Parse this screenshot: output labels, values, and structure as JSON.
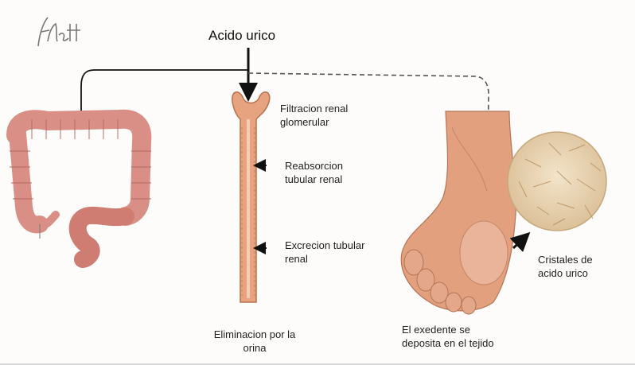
{
  "diagram": {
    "title": "Acido urico",
    "signature": "F.Netter",
    "labels": {
      "filtracion_line1": "Filtracion renal",
      "filtracion_line2": "glomerular",
      "reabsorcion_line1": "Reabsorcion",
      "reabsorcion_line2": "tubular renal",
      "excrecion_line1": "Excrecion tubular",
      "excrecion_line2": "renal",
      "eliminacion_line1": "Eliminacion por la",
      "eliminacion_line2": "orina",
      "exedente_line1": "El exedente se",
      "exedente_line2": "deposita en el tejido",
      "cristales_line1": "Cristales de",
      "cristales_line2": "acido urico"
    },
    "colors": {
      "intestine": "#d98f86",
      "nephron": "#e7a27f",
      "foot": "#e2a07f",
      "crystal": "#ead6b8",
      "arrow": "#111111"
    }
  }
}
